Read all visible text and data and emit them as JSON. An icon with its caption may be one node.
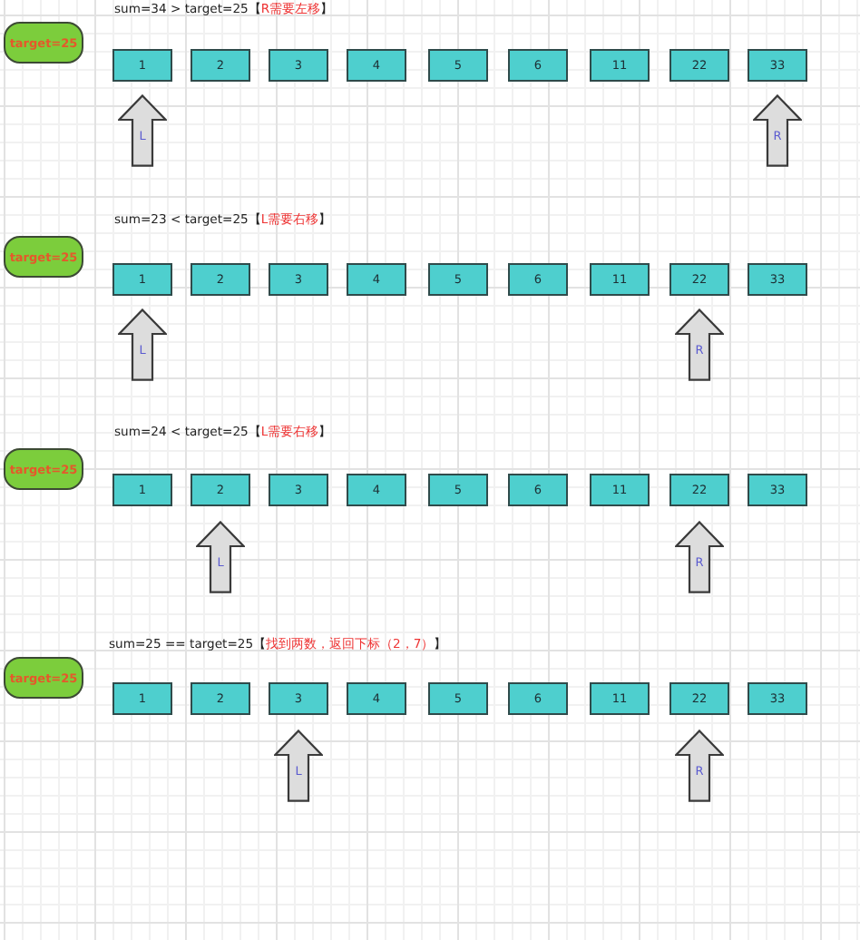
{
  "diagram": {
    "nodes": [
      {
        "text": [
          "target=25"
        ]
      },
      {
        "text": [
          "1"
        ]
      },
      {
        "text": [
          "2"
        ]
      },
      {
        "text": [
          "3"
        ]
      },
      {
        "text": [
          "4"
        ]
      },
      {
        "text": [
          "5"
        ]
      },
      {
        "text": [
          "6"
        ]
      },
      {
        "text": [
          "11"
        ]
      },
      {
        "text": [
          "22"
        ]
      },
      {
        "text": [
          "33"
        ]
      },
      {
        "text": [
          "L"
        ]
      },
      {
        "text": [
          "R"
        ]
      },
      {
        "text": [
          "target=25"
        ]
      },
      {
        "text": [
          "1"
        ]
      },
      {
        "text": [
          "2"
        ]
      },
      {
        "text": [
          "3"
        ]
      },
      {
        "text": [
          "4"
        ]
      },
      {
        "text": [
          "5"
        ]
      },
      {
        "text": [
          "6"
        ]
      },
      {
        "text": [
          "11"
        ]
      },
      {
        "text": [
          "22"
        ]
      },
      {
        "text": [
          "33"
        ]
      },
      {
        "text": [
          "L"
        ]
      },
      {
        "text": [
          "R"
        ]
      },
      {
        "text": [
          "target=25"
        ]
      },
      {
        "text": [
          "1"
        ]
      },
      {
        "text": [
          "2"
        ]
      },
      {
        "text": [
          "3"
        ]
      },
      {
        "text": [
          "4"
        ]
      },
      {
        "text": [
          "5"
        ]
      },
      {
        "text": [
          "6"
        ]
      },
      {
        "text": [
          "11"
        ]
      },
      {
        "text": [
          "22"
        ]
      },
      {
        "text": [
          "33"
        ]
      },
      {
        "text": [
          "L"
        ]
      },
      {
        "text": [
          "R"
        ]
      },
      {
        "text": [
          "target=25"
        ]
      },
      {
        "text": [
          "1"
        ]
      },
      {
        "text": [
          "2"
        ]
      },
      {
        "text": [
          "3"
        ]
      },
      {
        "text": [
          "4"
        ]
      },
      {
        "text": [
          "5"
        ]
      },
      {
        "text": [
          "6"
        ]
      },
      {
        "text": [
          "11"
        ]
      },
      {
        "text": [
          "22"
        ]
      },
      {
        "text": [
          "33"
        ]
      },
      {
        "text": [
          "L"
        ]
      },
      {
        "text": [
          "R"
        ]
      }
    ],
    "labels": [
      "sum=34 > target=25",
      "【R需要左移】",
      "sum=23 < target=25",
      "【L需要右移】",
      "sum=24 < target=25",
      "【L需要右移】",
      "sum=25 == target=25",
      "【找到两数，返回下标（2，7）】"
    ]
  }
}
